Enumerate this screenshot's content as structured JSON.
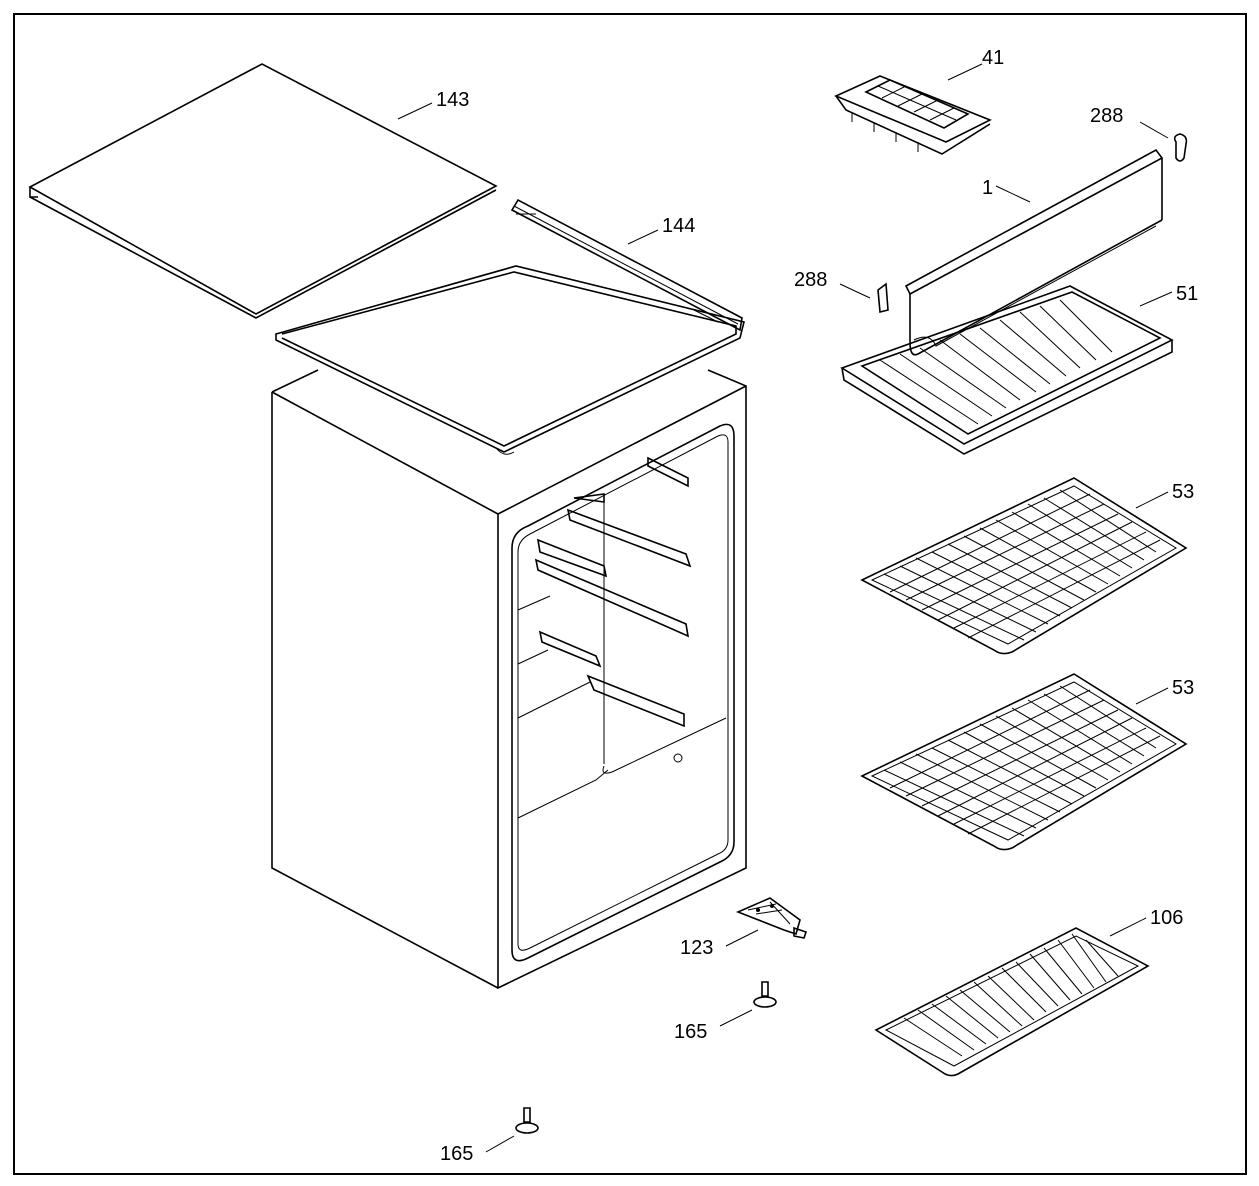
{
  "diagram": {
    "labels": {
      "p143": "143",
      "p144": "144",
      "p41": "41",
      "p288a": "288",
      "p1": "1",
      "p288b": "288",
      "p51": "51",
      "p53a": "53",
      "p53b": "53",
      "p106": "106",
      "p123": "123",
      "p165a": "165",
      "p165b": "165"
    },
    "colors": {
      "ink": "#000000",
      "paper": "#ffffff"
    }
  }
}
